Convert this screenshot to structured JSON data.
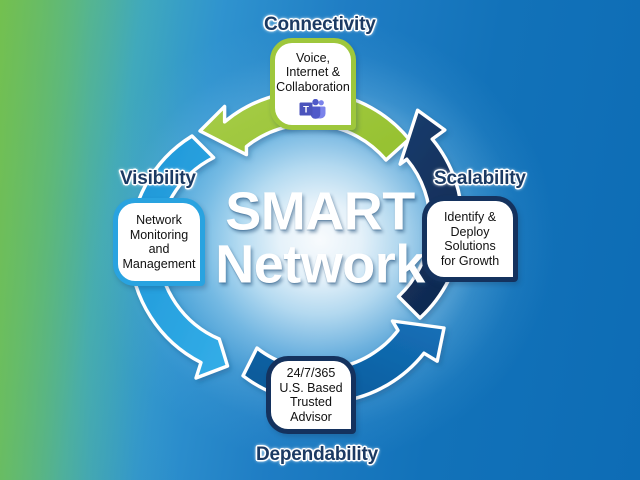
{
  "diagram": {
    "center_title_line1": "SMART",
    "center_title_line2": "Network",
    "sections": [
      {
        "id": "connectivity",
        "label": "Connectivity",
        "card_text": "Voice,\nInternet &\nCollaboration",
        "icon": "microsoft-teams-icon",
        "arc_color": "#9ec73c",
        "position": "top"
      },
      {
        "id": "scalability",
        "label": "Scalability",
        "card_text": "Identify & Deploy\nSolutions\nfor Growth",
        "arc_color": "#14325e",
        "position": "right"
      },
      {
        "id": "dependability",
        "label": "Dependability",
        "card_text": "24/7/365\nU.S. Based\nTrusted Advisor",
        "arc_color": "#0f62a8",
        "position": "bottom"
      },
      {
        "id": "visibility",
        "label": "Visibility",
        "card_text": "Network\nMonitoring and\nManagement",
        "arc_color": "#29a3e0",
        "position": "left"
      }
    ],
    "colors": {
      "green": "#9ec73c",
      "navy": "#14325e",
      "blue": "#0f62a8",
      "cyan": "#29a3e0",
      "title_text": "#ffffff",
      "label_text": "#1b3a63",
      "card_bg": "#ffffff",
      "bg_left": "#6fbd5e",
      "bg_right": "#0d6cb5"
    }
  }
}
